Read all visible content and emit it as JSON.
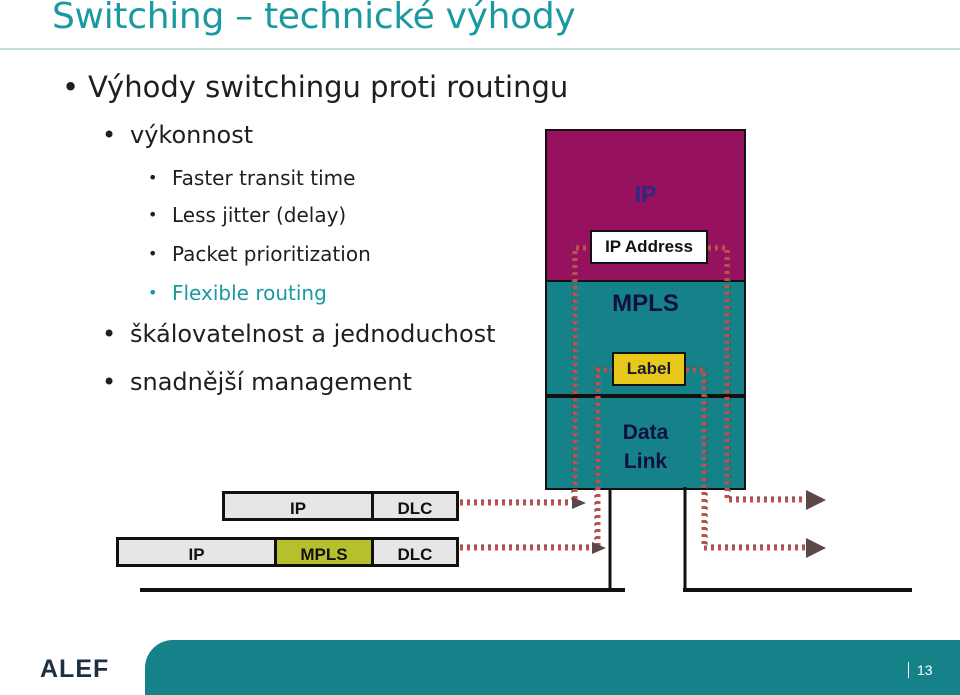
{
  "slide": {
    "title": "Switching – technické výhody",
    "bullets": [
      {
        "text": "Výhody switchingu proti routingu"
      },
      {
        "text": "výkonnost"
      },
      {
        "text": "Faster transit time"
      },
      {
        "text": "Less jitter (delay)"
      },
      {
        "text": "Packet prioritization"
      },
      {
        "text": "Flexible routing"
      },
      {
        "text": "škálovatelnost a jednoduchost"
      },
      {
        "text": "snadnější management"
      }
    ]
  },
  "diagram": {
    "stack": {
      "ip": "IP",
      "ip_address": "IP Address",
      "mpls": "MPLS",
      "label": "Label",
      "data_link": "Data Link"
    },
    "packet_top": {
      "ip": "IP",
      "dlc": "DLC"
    },
    "packet_bottom": {
      "ip": "IP",
      "mpls": "MPLS",
      "dlc": "DLC"
    },
    "colors": {
      "ip_layer": "#96125f",
      "mpls_layer": "#158289",
      "label": "#e8c81a",
      "arrow": "#c0504d"
    }
  },
  "footer": {
    "logo": "ALEF",
    "page_number": "13"
  }
}
